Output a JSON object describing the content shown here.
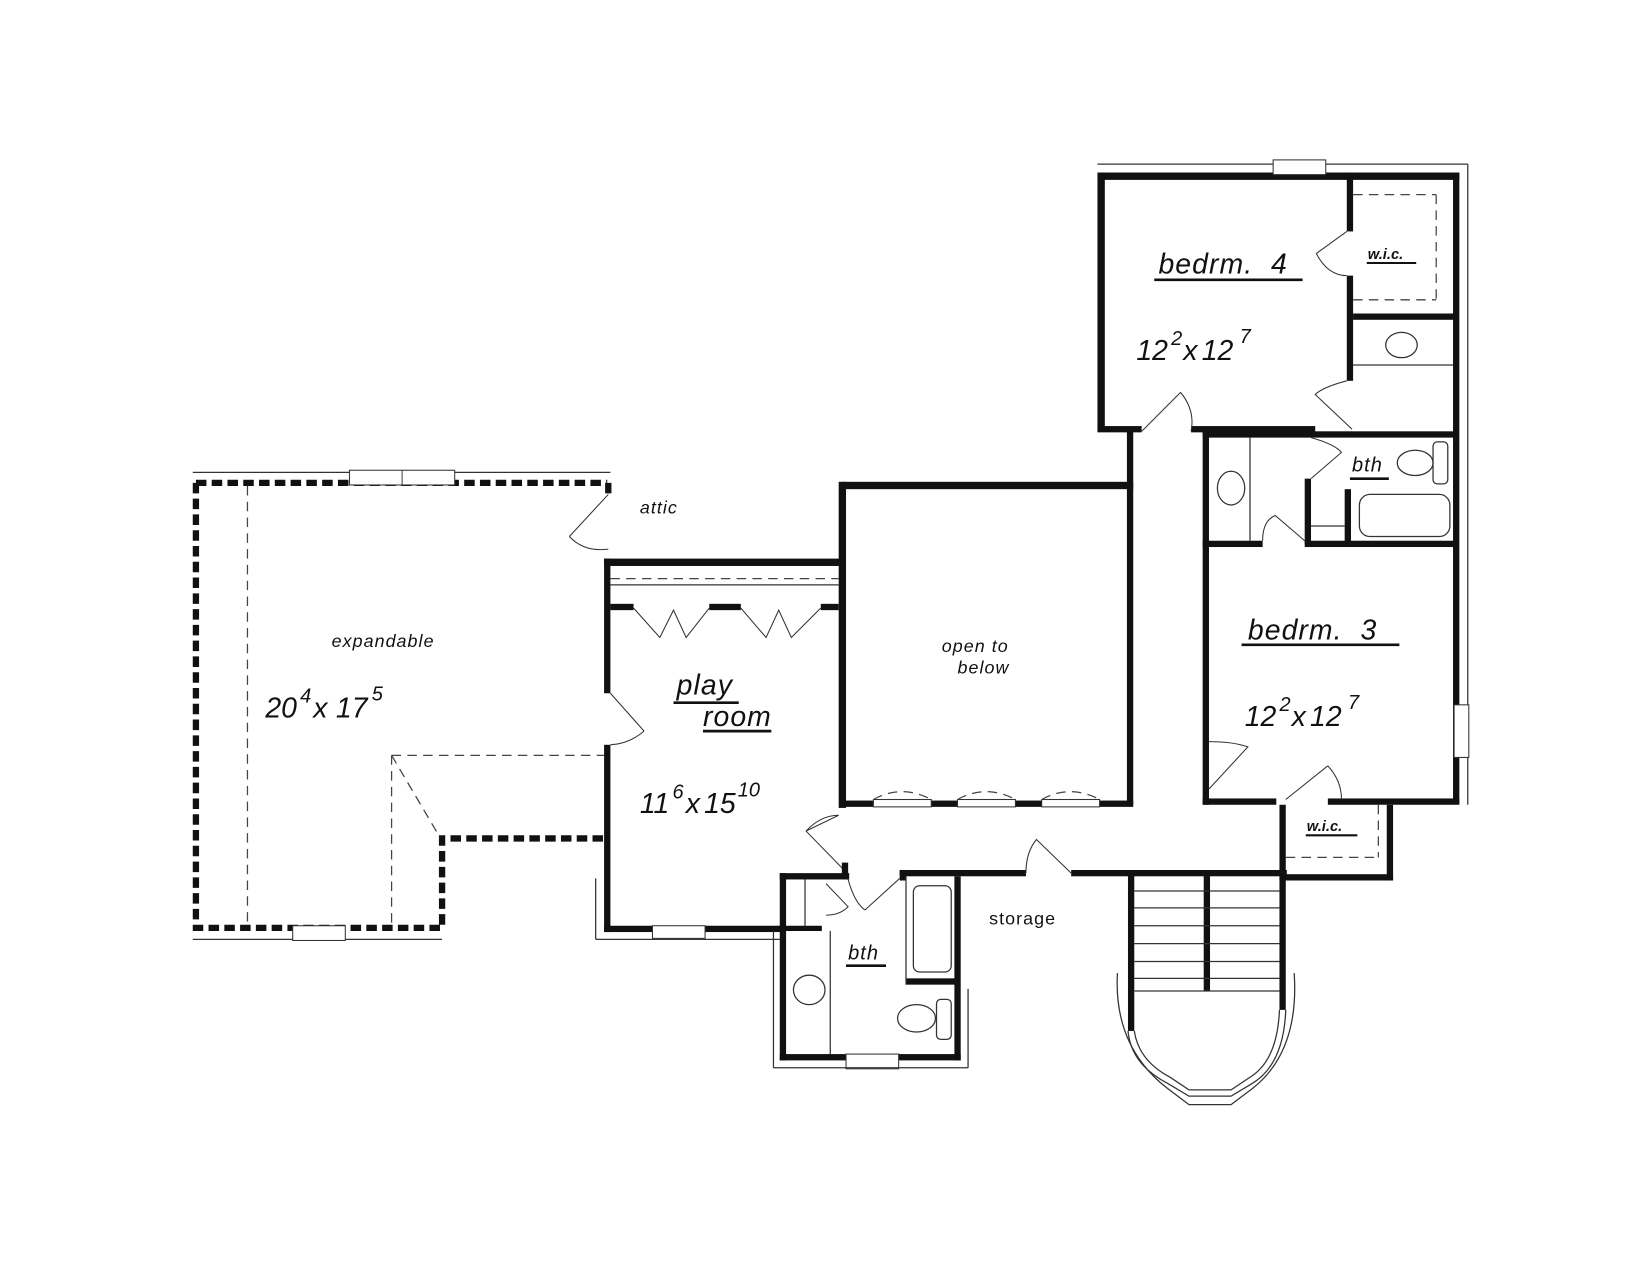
{
  "plan": {
    "type": "second floor plan",
    "rooms": [
      {
        "id": "expandable",
        "name": "expandable",
        "dim_w": "20",
        "dim_w_in": "4",
        "dim_x": "x",
        "dim_h": "17",
        "dim_h_in": "5"
      },
      {
        "id": "attic",
        "name": "attic"
      },
      {
        "id": "play_room",
        "name_line1": "play",
        "name_line2": "room",
        "dim_w": "11",
        "dim_w_in": "6",
        "dim_x": "x",
        "dim_h": "15",
        "dim_h_in": "10"
      },
      {
        "id": "open_below",
        "name_line1": "open to",
        "name_line2": "below"
      },
      {
        "id": "bedroom4",
        "name": "bedrm.  4",
        "dim_w": "12",
        "dim_w_in": "2",
        "dim_x": "x",
        "dim_h": "12",
        "dim_h_in": "7"
      },
      {
        "id": "wic_bed4",
        "name": "w.i.c."
      },
      {
        "id": "bath_upper",
        "name": "bth"
      },
      {
        "id": "bedroom3",
        "name": "bedrm.  3",
        "dim_w": "12",
        "dim_w_in": "2",
        "dim_x": "x",
        "dim_h": "12",
        "dim_h_in": "7"
      },
      {
        "id": "wic_bed3",
        "name": "w.i.c."
      },
      {
        "id": "bath_lower",
        "name": "bth"
      },
      {
        "id": "storage",
        "name": "storage"
      }
    ]
  },
  "colors": {
    "wall": "#111111",
    "background": "#ffffff",
    "line": "#333333"
  }
}
